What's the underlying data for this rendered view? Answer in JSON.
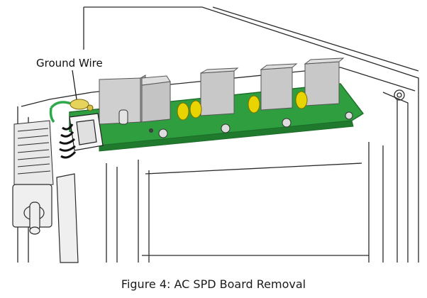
{
  "figure": {
    "callout_label": "Ground Wire",
    "caption": "Figure 4: AC SPD Board Removal"
  },
  "colors": {
    "board": "#2e9e3f",
    "board_edge": "#1d6e2a",
    "relay": "#bdbdbd",
    "relay_dark": "#9a9a9a",
    "coil": "#e8d400",
    "ground_wire": "#2fa84a",
    "terminal": "#d9c84a",
    "line": "#2a2a2a",
    "housing_fill": "#f2f2f2"
  },
  "icons": [
    "relay-block",
    "surge-suppressor-coil",
    "mounting-screw",
    "wire-harness-connector",
    "toggle-switch"
  ]
}
